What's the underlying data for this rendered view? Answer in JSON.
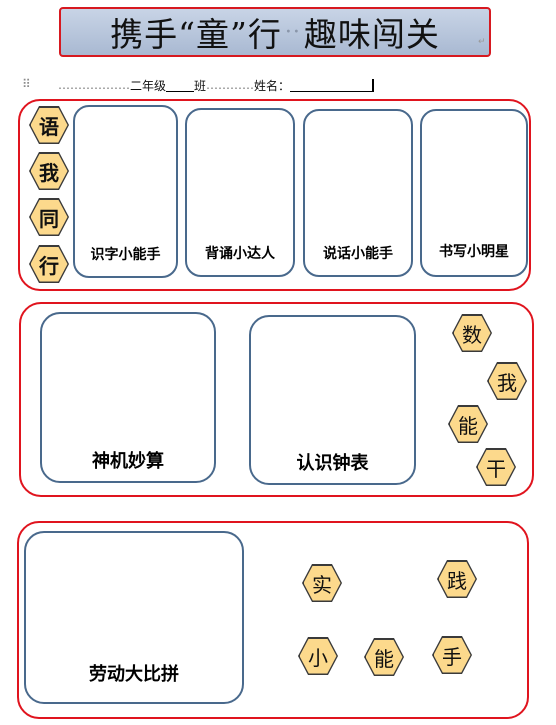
{
  "title": {
    "left": "携手“童”行",
    "dots": "··",
    "right": "趣味闯关"
  },
  "info": {
    "grade": "二年级",
    "class_suffix": "班",
    "name_label": "姓名："
  },
  "section1": {
    "hex": [
      "语",
      "我",
      "同",
      "行"
    ],
    "cards": [
      "识字小能手",
      "背诵小达人",
      "说话小能手",
      "书写小明星"
    ]
  },
  "section2": {
    "cards": [
      "神机妙算",
      "认识钟表"
    ],
    "hex": [
      "数",
      "我",
      "能",
      "干"
    ]
  },
  "section3": {
    "card": "劳动大比拼",
    "hex": [
      "实",
      "践",
      "小",
      "能",
      "手"
    ]
  },
  "marks": {
    "para": "↵",
    "handle": "⠿"
  },
  "colors": {
    "section_border": "#e0141e",
    "card_border": "#49698c",
    "hex_fill": "#fcd98c",
    "title_bg": "#b8c6dc"
  }
}
